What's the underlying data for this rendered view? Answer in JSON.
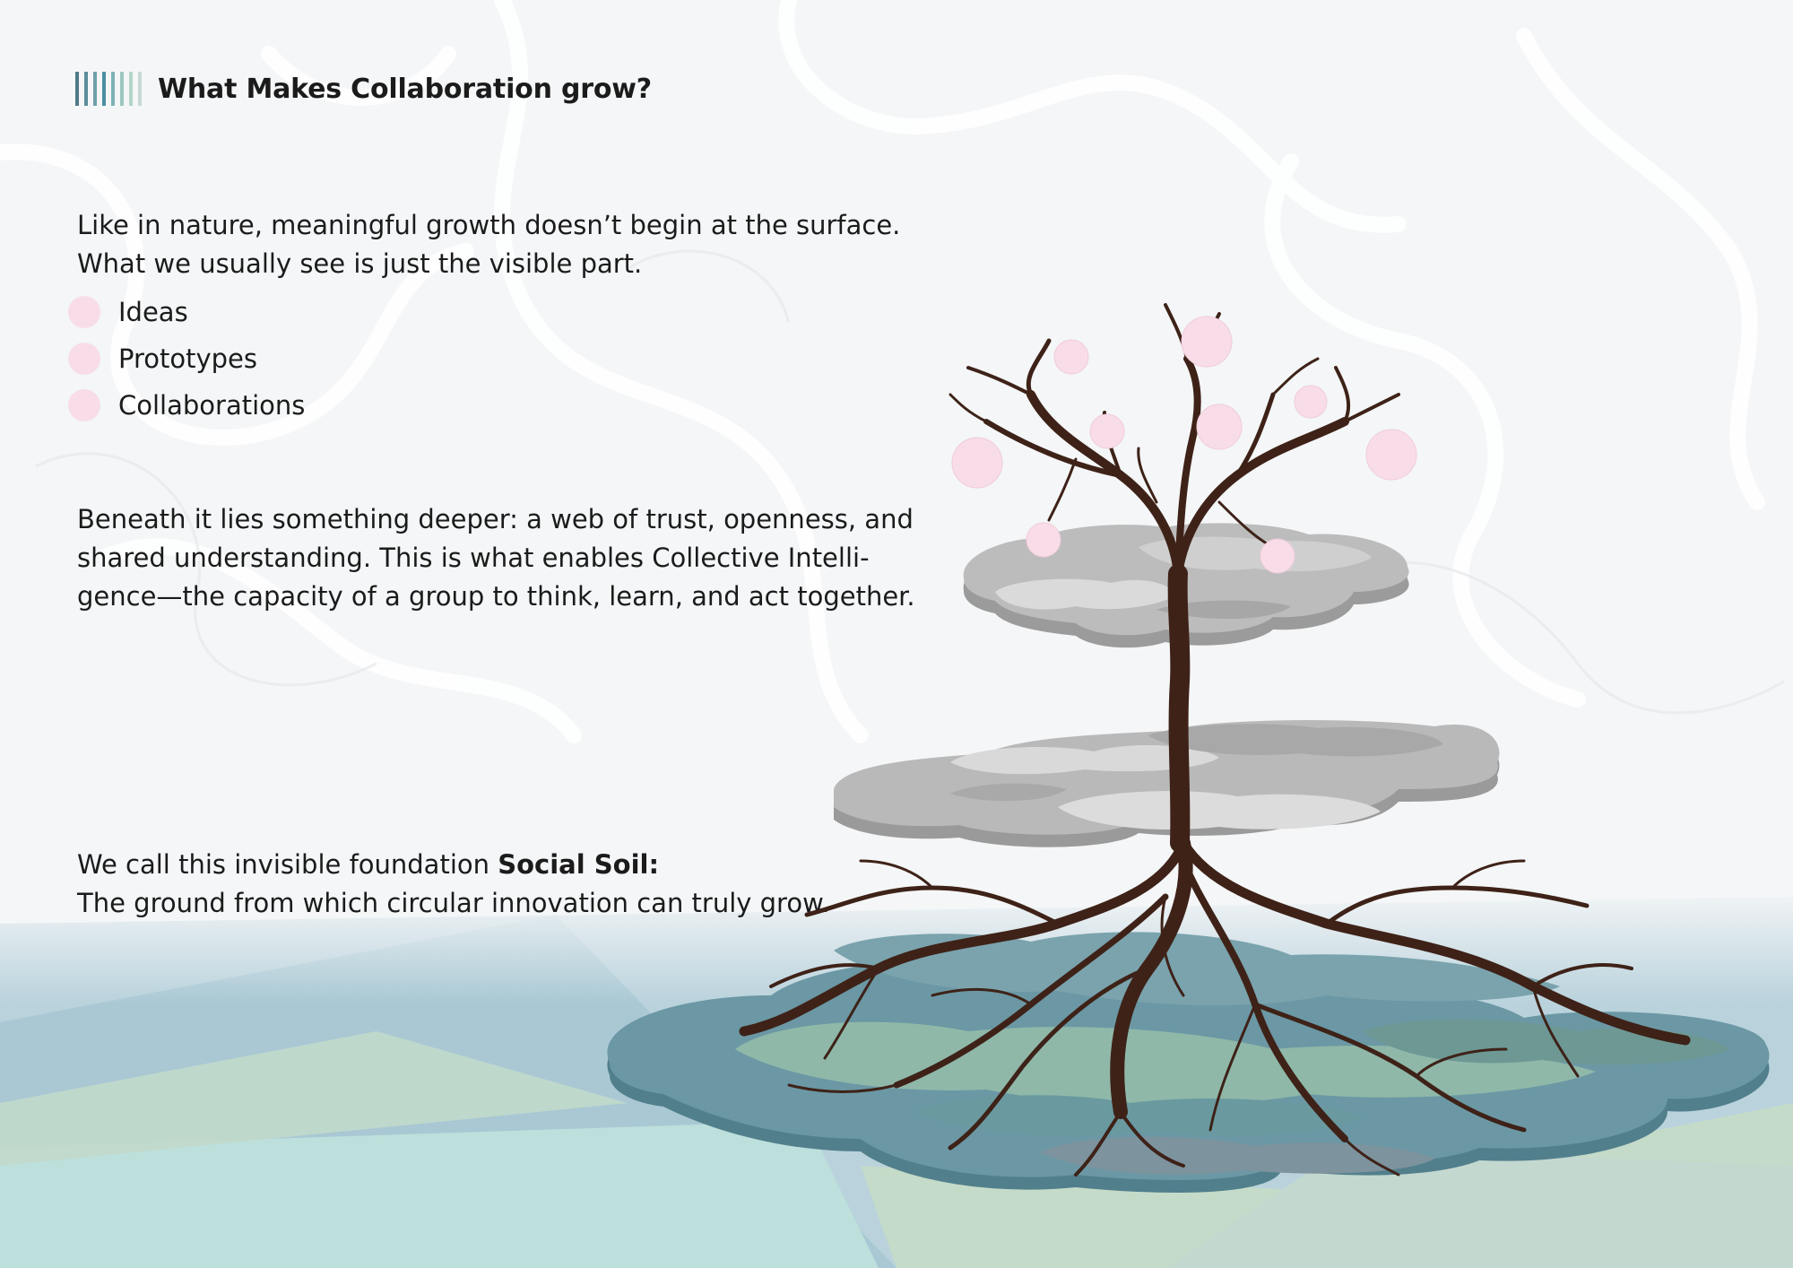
{
  "header": {
    "title": "What Makes Collaboration grow?",
    "stripe_colors": [
      "#4e7a87",
      "#5b8d99",
      "#6fa0aa",
      "#4a8fa3",
      "#7fb3b5",
      "#9cc7c0",
      "#b4d4c9",
      "#c7d9d4"
    ]
  },
  "intro": {
    "line1": "Like in nature, meaningful growth doesn’t begin at the surface.",
    "line2": "What we usually see is just the visible part."
  },
  "visible_items": [
    {
      "label": "Ideas"
    },
    {
      "label": "Prototypes"
    },
    {
      "label": "Collaborations"
    }
  ],
  "deeper": {
    "line1": "Beneath it lies something deeper: a web of trust, openness, and",
    "line2": "shared understanding. This is what enables Collective Intelli-",
    "line3": "gence—the capacity of a group to think, learn, and act together."
  },
  "soil": {
    "prefix": "We call this invisible foundation ",
    "term": "Social Soil:",
    "line2": "The ground from which circular innovation can truly grow."
  },
  "colors": {
    "blossom": "#f8dde8",
    "tree": "#3e2218",
    "layer_gray": "#c7c7c7",
    "soil_blue": "#6b98a4",
    "soil_green": "#8fb8a9",
    "background": "#f4f6f7"
  }
}
